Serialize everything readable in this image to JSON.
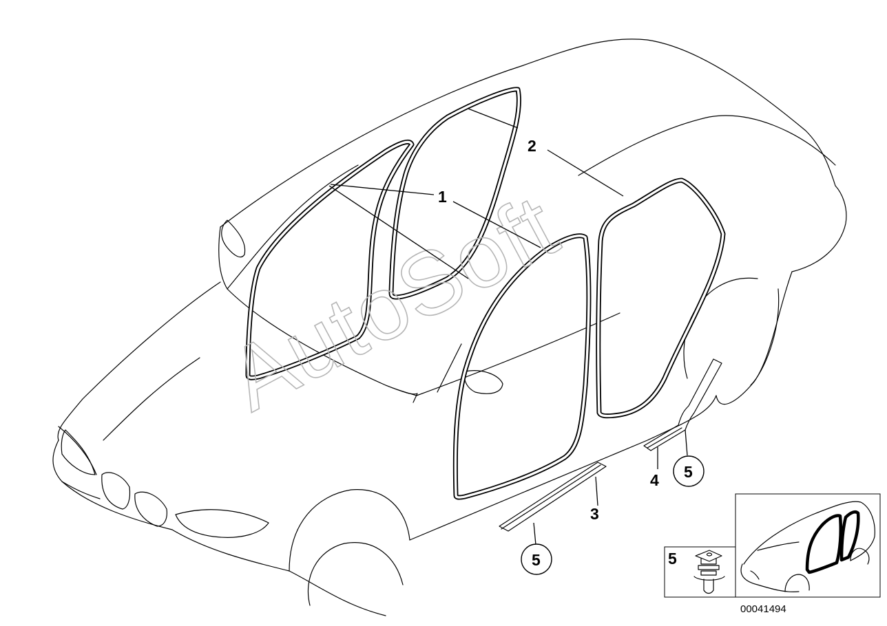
{
  "callouts": {
    "door_seal": "1",
    "window_frame_seal": "2",
    "front_sill_strip": "3",
    "rear_sill_strip": "4",
    "clip_front": "5",
    "clip_rear": "5",
    "clip_inset": "5"
  },
  "watermark": "AutoSoft",
  "document_number": "00041494"
}
